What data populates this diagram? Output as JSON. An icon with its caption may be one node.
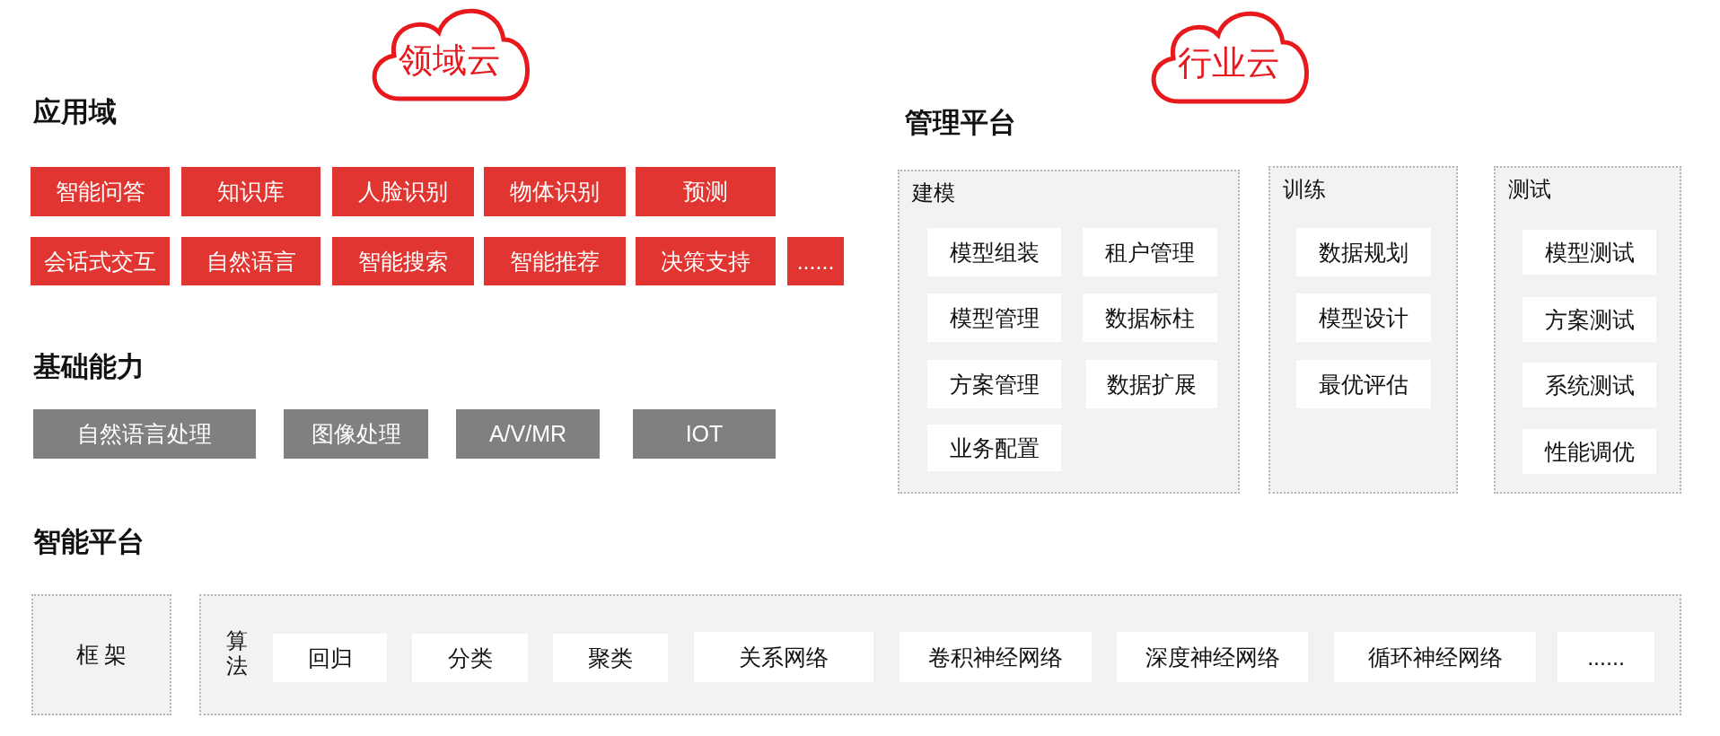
{
  "diagram": {
    "nodes": [
      {
        "text": [
          "领域云"
        ]
      },
      {
        "text": [
          "行业云"
        ]
      },
      {
        "text": [
          "智能问答"
        ]
      },
      {
        "text": [
          "知识库"
        ]
      },
      {
        "text": [
          "人脸识别"
        ]
      },
      {
        "text": [
          "物体识别"
        ]
      },
      {
        "text": [
          "预测"
        ]
      },
      {
        "text": [
          "会话式交互"
        ]
      },
      {
        "text": [
          "自然语言"
        ]
      },
      {
        "text": [
          "智能搜索"
        ]
      },
      {
        "text": [
          "智能推荐"
        ]
      },
      {
        "text": [
          "决策支持"
        ]
      },
      {
        "text": [
          "......"
        ]
      },
      {
        "text": [
          "建模"
        ]
      },
      {
        "text": [
          "模型组装"
        ],
        "in": 13
      },
      {
        "text": [
          "租户管理"
        ],
        "in": 13
      },
      {
        "text": [
          "模型管理"
        ],
        "in": 13
      },
      {
        "text": [
          "数据标柱"
        ],
        "in": 13
      },
      {
        "text": [
          "方案管理"
        ],
        "in": 13
      },
      {
        "text": [
          "数据扩展"
        ],
        "in": 13
      },
      {
        "text": [
          "业务配置"
        ],
        "in": 13
      },
      {
        "text": [
          "训练"
        ]
      },
      {
        "text": [
          "数据规划"
        ],
        "in": 21
      },
      {
        "text": [
          "模型设计"
        ],
        "in": 21
      },
      {
        "text": [
          "最优评估"
        ],
        "in": 21
      },
      {
        "text": [
          "测试"
        ]
      },
      {
        "text": [
          "模型测试"
        ],
        "in": 25
      },
      {
        "text": [
          "方案测试"
        ],
        "in": 25
      },
      {
        "text": [
          "系统测试"
        ],
        "in": 25
      },
      {
        "text": [
          "性能调优"
        ],
        "in": 25
      },
      {
        "text": [
          "自然语言处理"
        ]
      },
      {
        "text": [
          "图像处理"
        ]
      },
      {
        "text": [
          "A/V/MR"
        ]
      },
      {
        "text": [
          "IOT"
        ]
      },
      {
        "text": [
          "框 架"
        ]
      },
      {
        "text": [
          "算法"
        ]
      },
      {
        "text": [
          "回归"
        ],
        "in": 35
      },
      {
        "text": [
          "分类"
        ],
        "in": 35
      },
      {
        "text": [
          "聚类"
        ],
        "in": 35
      },
      {
        "text": [
          "关系网络"
        ],
        "in": 35
      },
      {
        "text": [
          "卷积神经网络"
        ],
        "in": 35
      },
      {
        "text": [
          "深度神经网络"
        ],
        "in": 35
      },
      {
        "text": [
          "循环神经网络"
        ],
        "in": 35
      },
      {
        "text": [
          "......"
        ],
        "in": 35
      }
    ],
    "edges": [],
    "labels": [
      "应用域",
      "管理平台",
      "基础能力",
      "智能平台"
    ]
  }
}
